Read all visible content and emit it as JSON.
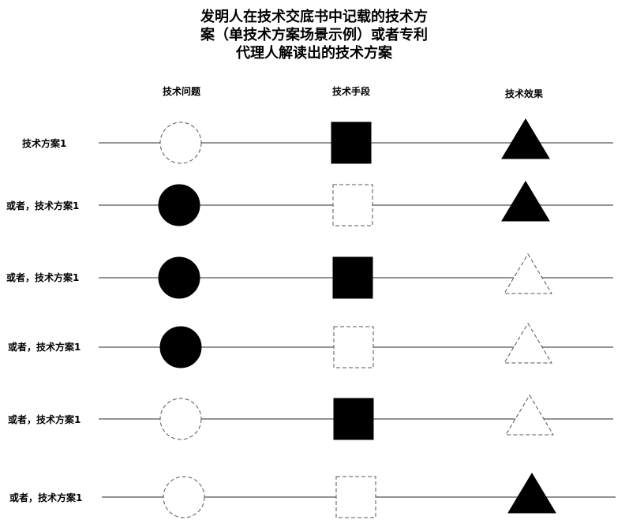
{
  "title": {
    "lines": [
      "发明人在技术交底书中记载的技术方",
      "案（单技术方案场景示例）或者专利",
      "代理人解读出的技术方案"
    ]
  },
  "columns": [
    {
      "label": "技术问题",
      "shape": "circle"
    },
    {
      "label": "技术手段",
      "shape": "square"
    },
    {
      "label": "技术效果",
      "shape": "triangle"
    }
  ],
  "rows": [
    {
      "label": "技术方案1",
      "cells": [
        "dashed",
        "filled",
        "filled"
      ]
    },
    {
      "label": "或者，技术方案1",
      "cells": [
        "filled",
        "dashed",
        "filled"
      ]
    },
    {
      "label": "或者，技术方案1",
      "cells": [
        "filled",
        "filled",
        "dashed"
      ]
    },
    {
      "label": "或者，技术方案1",
      "cells": [
        "filled",
        "dashed",
        "dashed"
      ]
    },
    {
      "label": "或者，技术方案1",
      "cells": [
        "dashed",
        "filled",
        "dashed"
      ]
    },
    {
      "label": "或者，技术方案1",
      "cells": [
        "dashed",
        "dashed",
        "filled"
      ]
    }
  ],
  "colors": {
    "ink": "#000000",
    "line": "#555555",
    "dash": "#555555",
    "background": "#ffffff"
  }
}
